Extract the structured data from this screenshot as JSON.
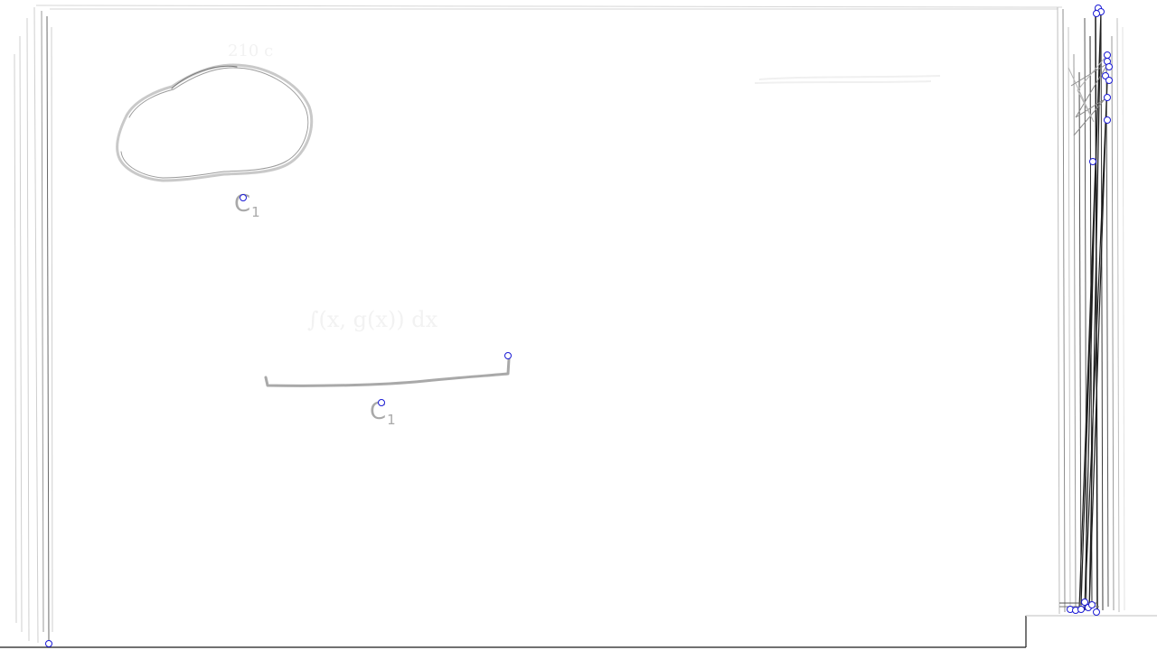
{
  "whiteboard": {
    "stroke_color": "#a9a9a9",
    "handle_color": "#1a1ad6",
    "frame_color": "#1c1c1c",
    "blob_label": {
      "text": "C",
      "subscript": "1"
    },
    "curve_label": {
      "text": "C",
      "subscript": "1"
    },
    "faint_formula": "∫(x, g(x)) dx",
    "faint_note": "210 c"
  }
}
